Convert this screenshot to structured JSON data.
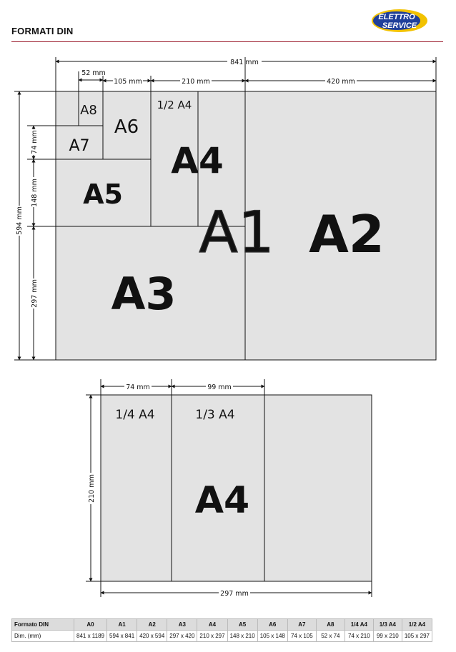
{
  "header": {
    "title": "FORMATI DIN",
    "logo_text_line1": "ELETTRO",
    "logo_text_line2": "SERVICE"
  },
  "diagram_top": {
    "labels": {
      "a8": "A8",
      "a7": "A7",
      "a6": "A6",
      "a5": "A5",
      "half_a4": "1/2 A4",
      "a4": "A4",
      "a3": "A3",
      "a1": "A1",
      "a2": "A2"
    },
    "dimensions": {
      "total_width": "841 mm",
      "w52": "52 mm",
      "w105": "105 mm",
      "w210": "210 mm",
      "w420": "420 mm",
      "h594": "594 mm",
      "h74": "74 mm",
      "h148": "148 mm",
      "h297": "297 mm"
    }
  },
  "diagram_bottom": {
    "labels": {
      "quarter_a4": "1/4 A4",
      "third_a4": "1/3 A4",
      "a4": "A4"
    },
    "dimensions": {
      "w74": "74 mm",
      "w99": "99 mm",
      "h210": "210 mm",
      "w297": "297 mm"
    }
  },
  "table": {
    "header": [
      "Formato DIN",
      "A0",
      "A1",
      "A2",
      "A3",
      "A4",
      "A5",
      "A6",
      "A7",
      "A8",
      "1/4 A4",
      "1/3 A4",
      "1/2 A4"
    ],
    "row": [
      "Dim. (mm)",
      "841 x 1189",
      "594 x 841",
      "420 x 594",
      "297 x 420",
      "210 x 297",
      "148 x 210",
      "105 x 148",
      "74 x 105",
      "52 x 74",
      "74 x 210",
      "99 x 210",
      "105 x 297"
    ]
  }
}
